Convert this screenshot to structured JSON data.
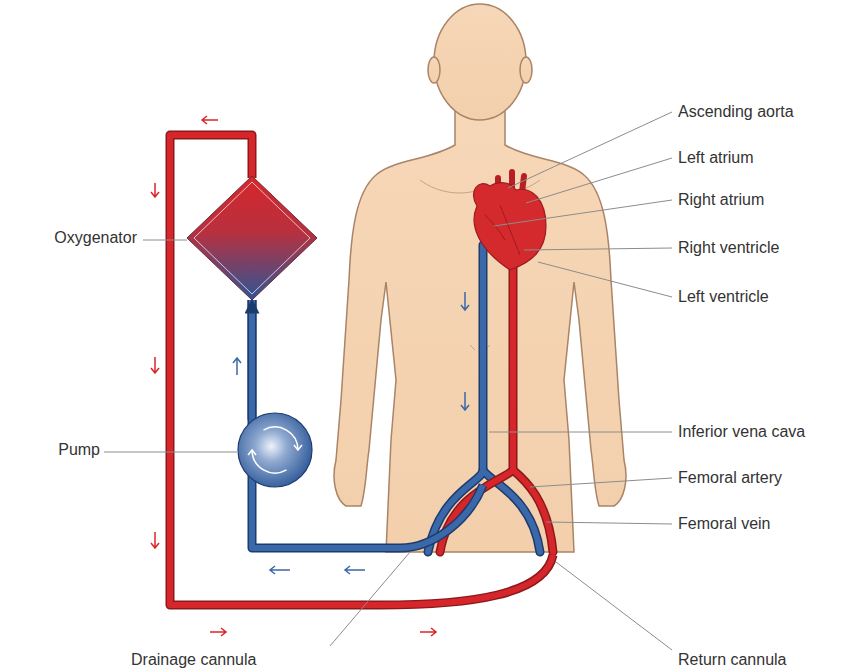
{
  "diagram": {
    "nodes": [
      {
        "text": [
          "Oxygenator"
        ]
      },
      {
        "text": [
          "Pump"
        ]
      }
    ],
    "edges": [
      {
        "from": 1,
        "to": 0,
        "arrow": "to"
      }
    ],
    "labels": [
      "Ascending aorta",
      "Left atrium",
      "Right atrium",
      "Right ventricle",
      "Left ventricle",
      "Inferior vena cava",
      "Femoral artery",
      "Femoral vein",
      "Drainage cannula",
      "Return cannula"
    ]
  }
}
